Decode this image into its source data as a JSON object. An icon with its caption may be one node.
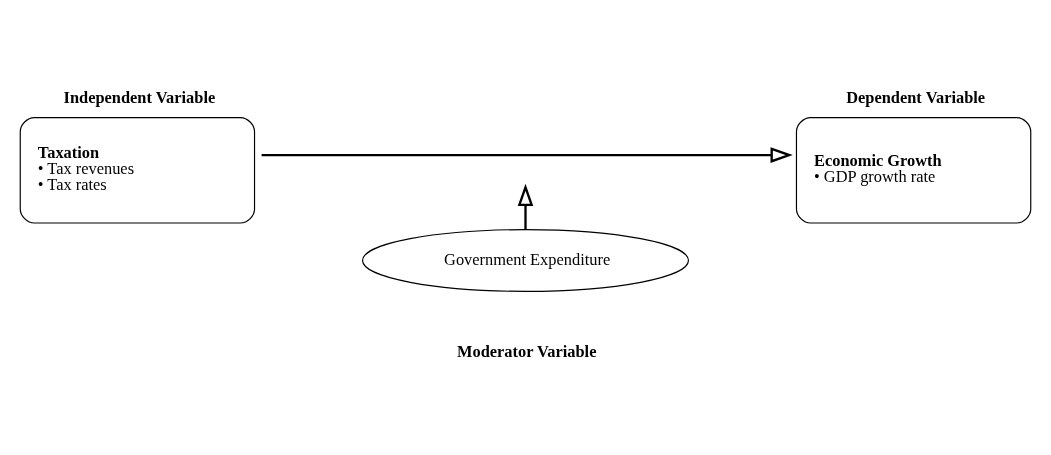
{
  "diagram": {
    "nodes": [
      {
        "text": [
          "Taxation",
          "• Tax revenues",
          "• Tax rates"
        ],
        "beside": [
          "Independent Variable"
        ]
      },
      {
        "text": [
          "Economic Growth",
          "• GDP growth rate"
        ],
        "beside": [
          "Dependent Variable"
        ]
      },
      {
        "text": [
          "Government Expenditure"
        ],
        "beside": [
          "Moderator Variable"
        ]
      }
    ],
    "edges": [
      {
        "from": 0,
        "to": 1,
        "arrow": "to"
      },
      {
        "from": 2,
        "to": null,
        "arrow": "to"
      }
    ]
  }
}
